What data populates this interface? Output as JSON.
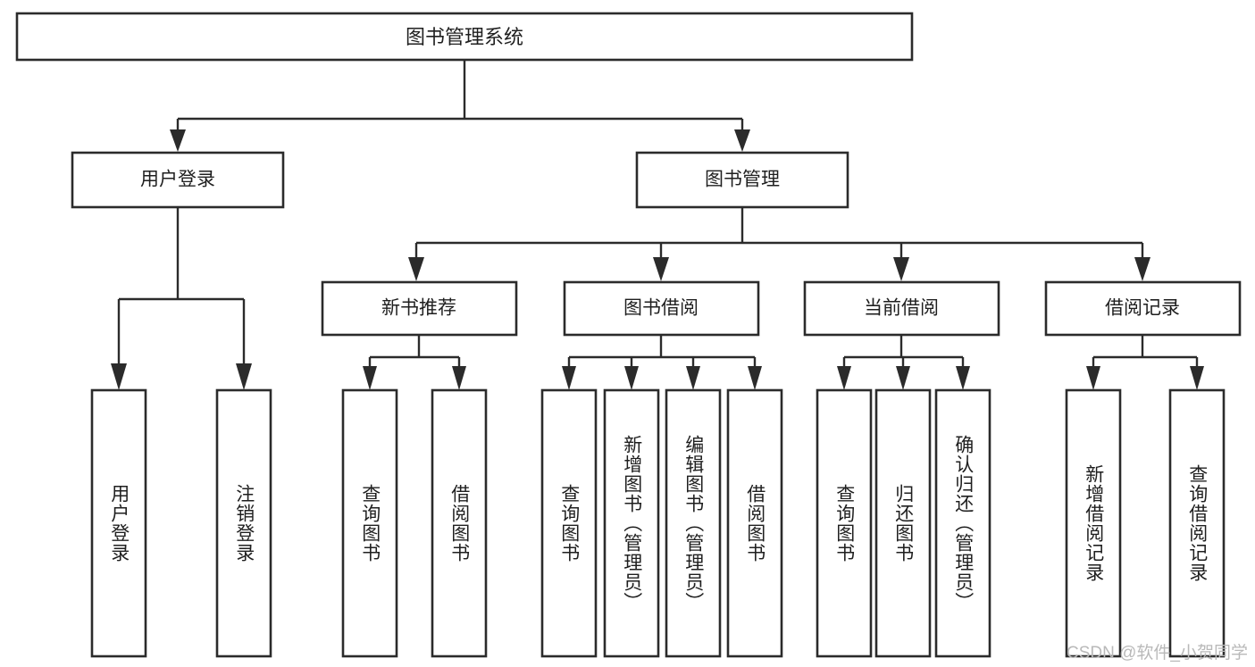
{
  "diagram": {
    "type": "tree",
    "title": "图书管理系统",
    "root": {
      "id": "root",
      "label": "图书管理系统",
      "orientation": "horizontal"
    },
    "level2": [
      {
        "id": "user-login",
        "label": "用户登录",
        "orientation": "horizontal"
      },
      {
        "id": "book-manage",
        "label": "图书管理",
        "orientation": "horizontal"
      }
    ],
    "level3": [
      {
        "id": "new-book-rec",
        "label": "新书推荐",
        "orientation": "horizontal",
        "parent": "book-manage"
      },
      {
        "id": "book-borrow",
        "label": "图书借阅",
        "orientation": "horizontal",
        "parent": "book-manage"
      },
      {
        "id": "current-borrow",
        "label": "当前借阅",
        "orientation": "horizontal",
        "parent": "book-manage"
      },
      {
        "id": "borrow-record",
        "label": "借阅记录",
        "orientation": "horizontal",
        "parent": "book-manage"
      }
    ],
    "leaves": [
      {
        "id": "leaf-1",
        "label": "用户登录",
        "parent": "user-login",
        "orientation": "vertical"
      },
      {
        "id": "leaf-2",
        "label": "注销登录",
        "parent": "user-login",
        "orientation": "vertical"
      },
      {
        "id": "leaf-3",
        "label": "查询图书",
        "parent": "new-book-rec",
        "orientation": "vertical"
      },
      {
        "id": "leaf-4",
        "label": "借阅图书",
        "parent": "new-book-rec",
        "orientation": "vertical"
      },
      {
        "id": "leaf-5",
        "label": "查询图书",
        "parent": "book-borrow",
        "orientation": "vertical"
      },
      {
        "id": "leaf-6",
        "label": "新增图书（管理员）",
        "parent": "book-borrow",
        "orientation": "vertical"
      },
      {
        "id": "leaf-7",
        "label": "编辑图书（管理员）",
        "parent": "book-borrow",
        "orientation": "vertical"
      },
      {
        "id": "leaf-8",
        "label": "借阅图书",
        "parent": "book-borrow",
        "orientation": "vertical"
      },
      {
        "id": "leaf-9",
        "label": "查询图书",
        "parent": "current-borrow",
        "orientation": "vertical"
      },
      {
        "id": "leaf-10",
        "label": "归还图书",
        "parent": "current-borrow",
        "orientation": "vertical"
      },
      {
        "id": "leaf-11",
        "label": "确认归还（管理员）",
        "parent": "current-borrow",
        "orientation": "vertical"
      },
      {
        "id": "leaf-12",
        "label": "新增借阅记录",
        "parent": "borrow-record",
        "orientation": "vertical"
      },
      {
        "id": "leaf-13",
        "label": "查询借阅记录",
        "parent": "borrow-record",
        "orientation": "vertical"
      }
    ],
    "colors": {
      "box_stroke": "#2b2b2b",
      "box_fill": "#ffffff",
      "text": "#1f1f1f",
      "background": "#ffffff",
      "watermark": "#b9b9b9"
    }
  },
  "watermark": {
    "text": "CSDN @软件_小贺同学"
  }
}
